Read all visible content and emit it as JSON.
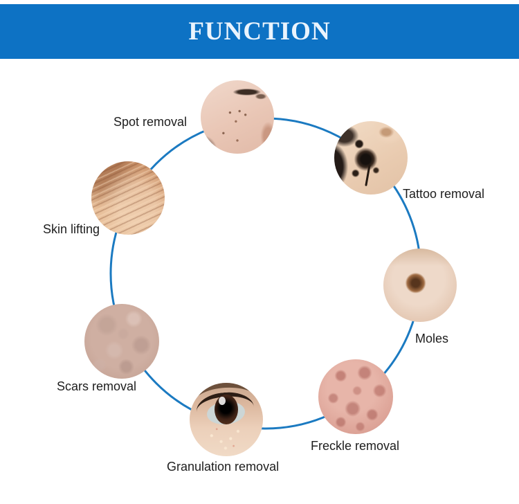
{
  "header": {
    "title": "FUNCTION",
    "background_color": "#0d72c4",
    "text_color": "#eaf4fd"
  },
  "diagram": {
    "circle_color": "#1b7ac1",
    "items": [
      {
        "id": "spot-removal",
        "label": "Spot removal",
        "image": "cheek-with-dark-spots-photo"
      },
      {
        "id": "tattoo-removal",
        "label": "Tattoo removal",
        "image": "rose-tattoo-behind-ear-photo"
      },
      {
        "id": "moles",
        "label": "Moles",
        "image": "skin-mole-photo"
      },
      {
        "id": "freckle-removal",
        "label": "Freckle removal",
        "image": "freckled-skin-photo"
      },
      {
        "id": "granulation-removal",
        "label": "Granulation removal",
        "image": "eye-granulation-photo"
      },
      {
        "id": "scars-removal",
        "label": "Scars removal",
        "image": "scarred-skin-photo"
      },
      {
        "id": "skin-lifting",
        "label": "Skin lifting",
        "image": "wrinkled-skin-photo"
      }
    ]
  }
}
